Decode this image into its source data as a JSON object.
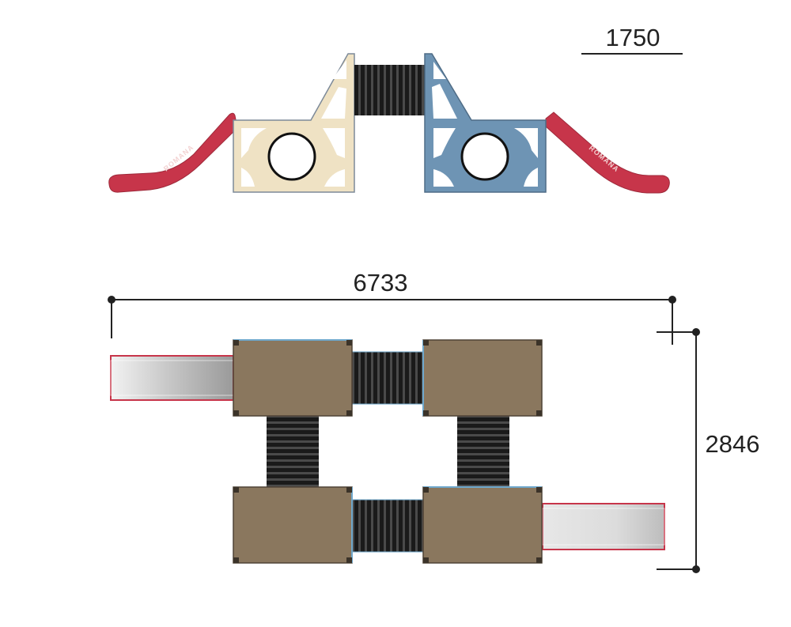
{
  "dimensions": {
    "height": "1750",
    "length": "6733",
    "width": "2846"
  },
  "brand": {
    "slide_logo": "ROMANA"
  },
  "colors": {
    "slide_red": "#c7354a",
    "panel_cream": "#efe2c4",
    "panel_blue": "#6e94b4",
    "tunnel_black": "#1a1a1a",
    "roof_brown": "#8a775e",
    "dimension_line": "#222222"
  }
}
